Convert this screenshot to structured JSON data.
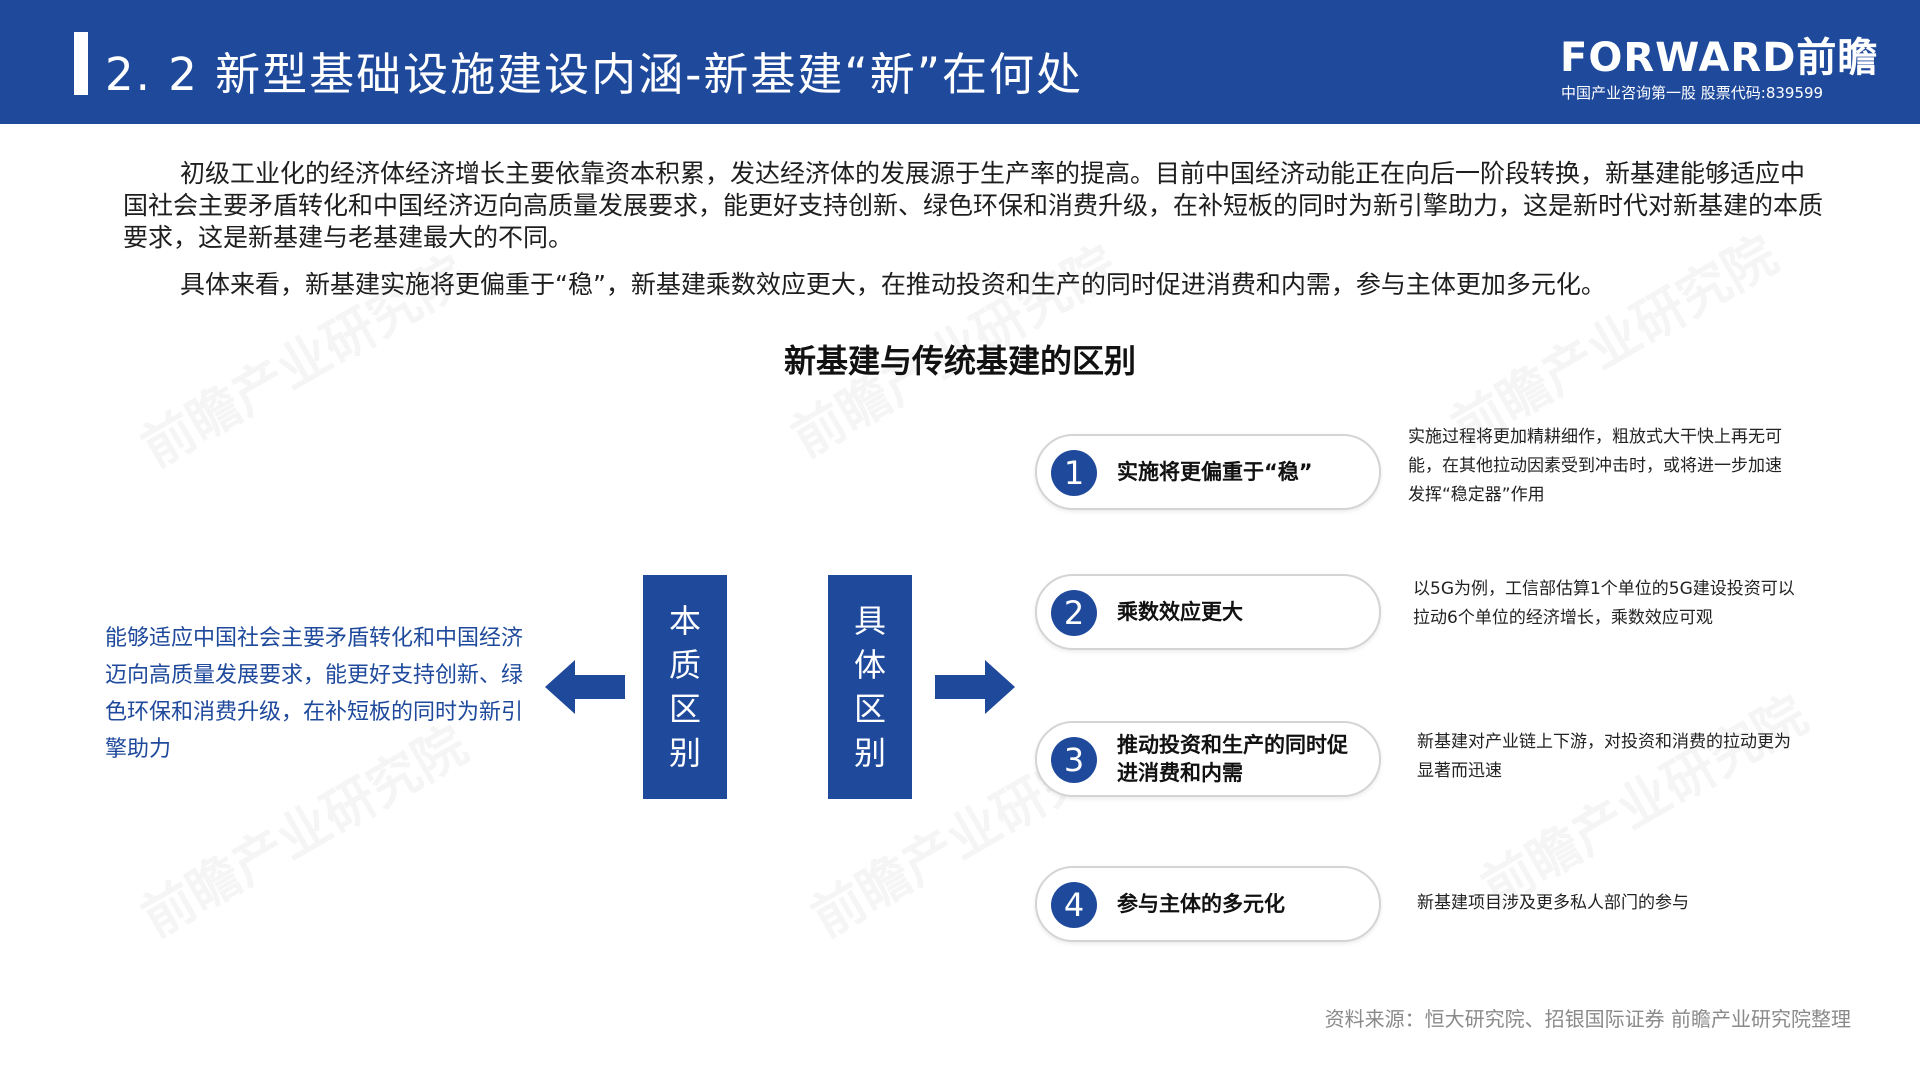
{
  "header": {
    "title": "2. 2  新型基础设施建设内涵-新基建“新”在何处",
    "logo_main": "FORWARD前瞻",
    "logo_sub": "中国产业咨询第一股  股票代码:839599"
  },
  "watermark_text": "前瞻产业研究院",
  "paragraphs": [
    "初级工业化的经济体经济增长主要依靠资本积累，发达经济体的发展源于生产率的提高。目前中国经济动能正在向后一阶段转换，新基建能够适应中国社会主要矛盾转化和中国经济迈向高质量发展要求，能更好支持创新、绿色环保和消费升级，在补短板的同时为新引擎助力，这是新时代对新基建的本质要求，这是新基建与老基建最大的不同。",
    "具体来看，新基建实施将更偏重于“稳”，新基建乘数效应更大，在推动投资和生产的同时促进消费和内需，参与主体更加多元化。"
  ],
  "section_title": "新基建与传统基建的区别",
  "left_text": "能够适应中国社会主要矛盾转化和中国经济迈向高质量发展要求，能更好支持创新、绿色环保和消费升级，在补短板的同时为新引擎助力",
  "boxes": [
    "本质区别",
    "具体区别"
  ],
  "items": [
    {
      "num": "1",
      "label": "实施将更偏重于“稳”",
      "desc": "实施过程将更加精耕细作，粗放式大干快上再无可能，在其他拉动因素受到冲击时，或将进一步加速发挥“稳定器”作用"
    },
    {
      "num": "2",
      "label": "乘数效应更大",
      "desc": "以5G为例，工信部估算1个单位的5G建设投资可以拉动6个单位的经济增长，乘数效应可观"
    },
    {
      "num": "3",
      "label": "推动投资和生产的同时促进消费和内需",
      "desc": "新基建对产业链上下游，对投资和消费的拉动更为显著而迅速"
    },
    {
      "num": "4",
      "label": "参与主体的多元化",
      "desc": "新基建项目涉及更多私人部门的参与"
    }
  ],
  "source": "资料来源：恒大研究院、招银国际证券 前瞻产业研究院整理",
  "colors": {
    "brand_blue": "#1f4a9c"
  }
}
